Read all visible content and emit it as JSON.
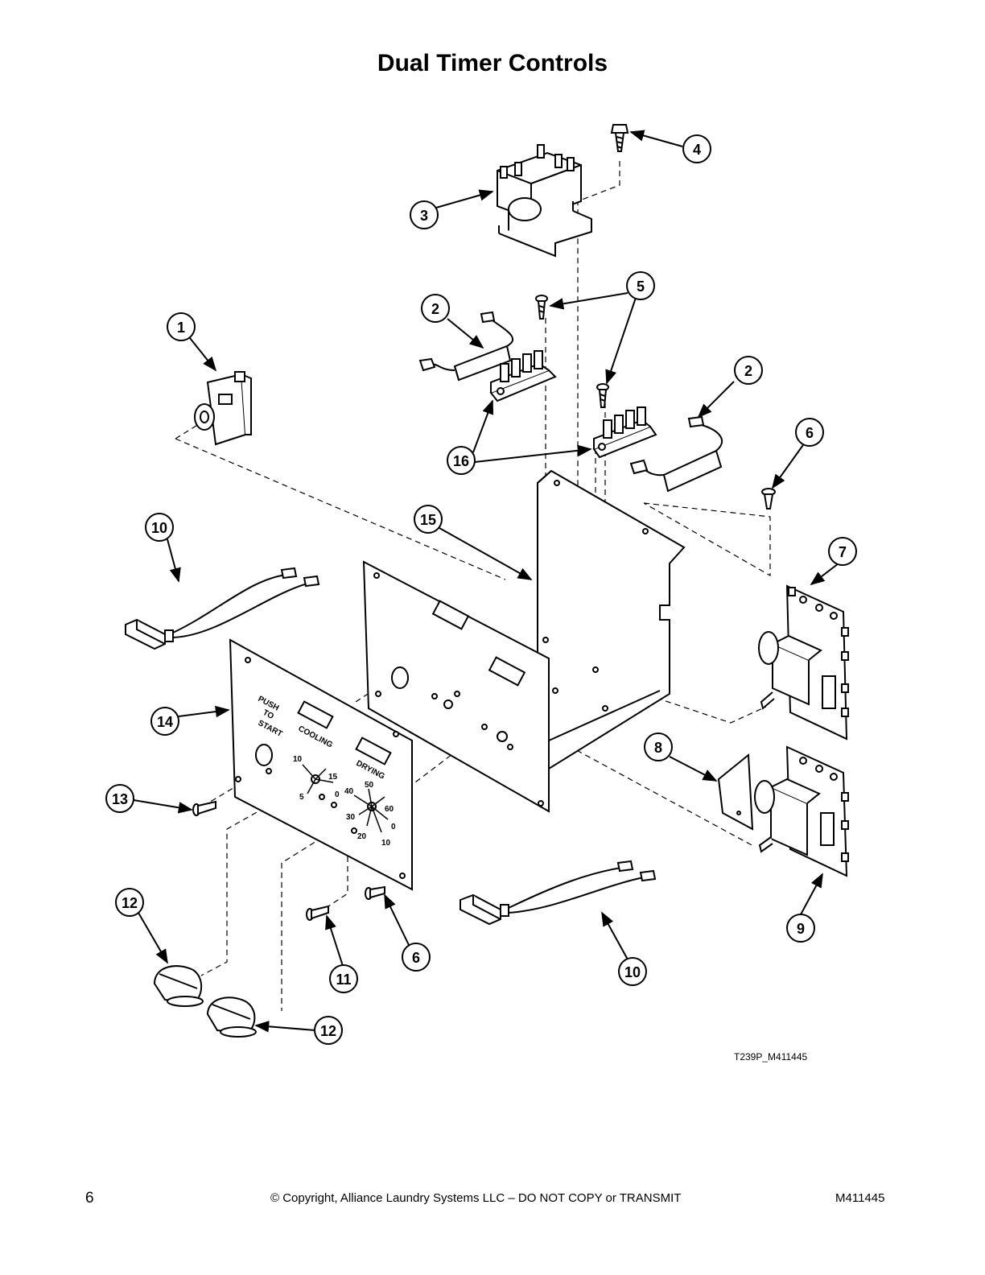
{
  "page": {
    "title": "Dual Timer Controls",
    "figure_code": "T239P_M411445",
    "page_number": "6",
    "copyright": "© Copyright, Alliance Laundry Systems LLC – DO NOT COPY or TRANSMIT",
    "doc_number": "M411445"
  },
  "panel": {
    "push_line1": "PUSH",
    "push_line2": "TO",
    "push_line3": "START",
    "cooling": "COOLING",
    "drying": "DRYING",
    "cool_ticks": [
      "10",
      "15",
      "5",
      "0"
    ],
    "dry_ticks": [
      "40",
      "50",
      "60",
      "30",
      "0",
      "20",
      "10"
    ]
  },
  "callouts": {
    "c1": "1",
    "c2a": "2",
    "c2b": "2",
    "c3": "3",
    "c4": "4",
    "c5": "5",
    "c6a": "6",
    "c6b": "6",
    "c7": "7",
    "c8": "8",
    "c9": "9",
    "c10a": "10",
    "c10b": "10",
    "c11": "11",
    "c12a": "12",
    "c12b": "12",
    "c13": "13",
    "c14": "14",
    "c15": "15",
    "c16": "16"
  }
}
